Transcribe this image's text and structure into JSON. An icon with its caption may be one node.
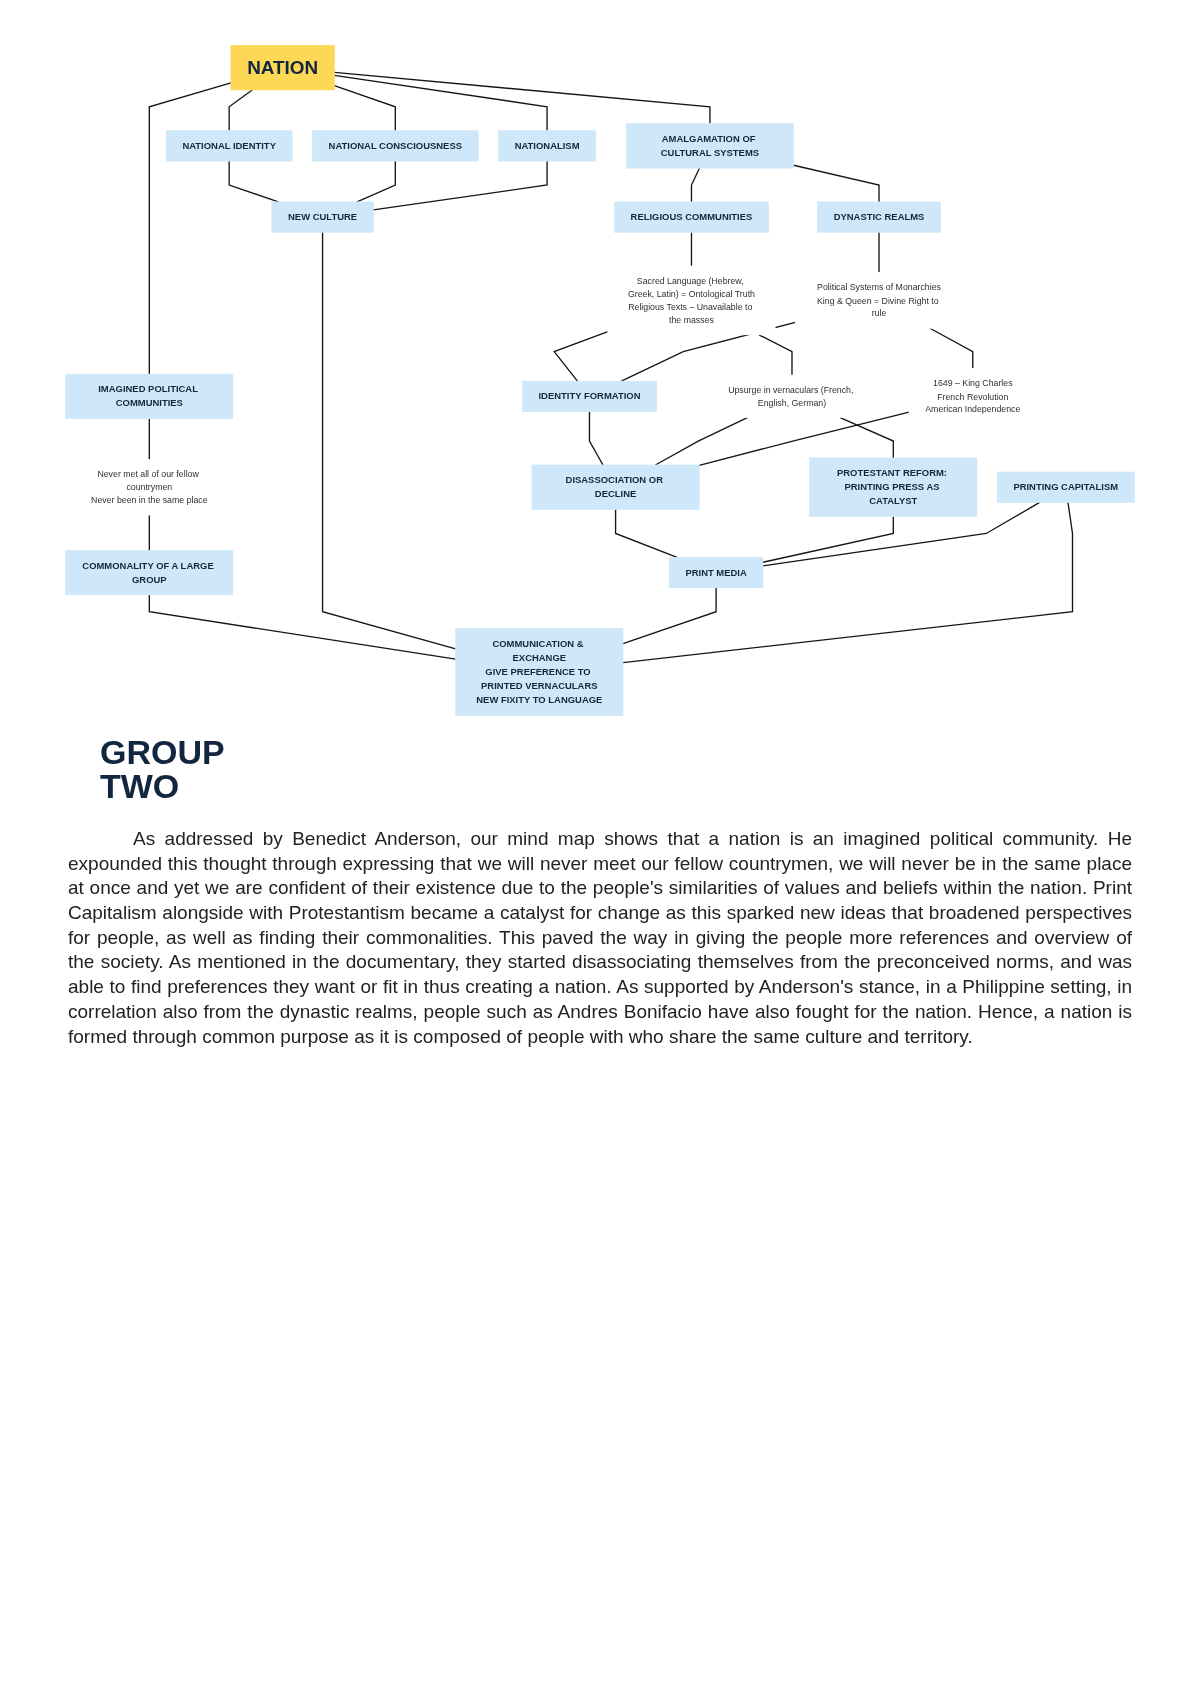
{
  "diagram": {
    "caption": "As addressed by Benedict Anderson, our mind map shows that a nation is an imagined political community. He expounded this thought through expressing that we will never meet our fellow countrymen, we will never be in the same place at once and yet we are confident of their existence due to the people's similarities of values and beliefs within the nation. Print Capitalism alongside with Protestantism became a catalyst for change as this sparked new ideas that broadened perspectives for people, as well as finding their commonalities. This paved the way in giving the people more references and overview of the society. As mentioned in the documentary, they started disassociating themselves from the preconceived norms, and was able to find preferences they want or fit in thus creating a nation. As supported by Anderson's stance, in a Philippine setting, in correlation also from the dynastic realms, people such as Andres Bonifacio have also fought for the nation.  Hence, a nation is formed through common purpose as it is composed of people with who share the same culture and territory.",
    "nodes": [
      {
        "text": [
          "NATIONAL IDENTITY"
        ]
      },
      {
        "text": [
          "Never met all of our fellow countrymen",
          "Never been in the same place"
        ]
      },
      {
        "text": [
          "IMAGINED POLITICAL COMMUNITIES"
        ]
      },
      {
        "text": [
          "NATION"
        ]
      },
      {
        "text": [
          "NATIONAL CONSCIOUSNESS"
        ]
      },
      {
        "text": [
          "NATIONALISM"
        ]
      },
      {
        "text": [
          "AMALGAMATION OF CULTURAL SYSTEMS"
        ]
      },
      {
        "text": [
          "COMMONALITY OF A LARGE GROUP"
        ]
      },
      {
        "text": [
          "RELIGIOUS COMMUNITIES"
        ]
      },
      {
        "text": [
          "DYNASTIC REALMS"
        ]
      },
      {
        "text": [
          "NEW CULTURE"
        ]
      },
      {
        "text": [
          "Sacred Language (Hebrew, Greek, Latin) = Ontological Truth",
          "Religious Texts – Unavailable to the masses"
        ]
      },
      {
        "text": [
          "IDENTITY FORMATION"
        ]
      },
      {
        "text": [
          "Political Systems of Monarchies",
          "King & Queen = Divine Right to rule"
        ]
      },
      {
        "text": [
          "Upsurge in vernaculars (French, English, German)"
        ]
      },
      {
        "text": [
          "DISASSOCIATION OR DECLINE"
        ]
      },
      {
        "text": [
          "1649 – King Charles",
          "French Revolution",
          "American Independence"
        ]
      },
      {
        "text": [
          "PROTESTANT REFORM: PRINTING PRESS AS CATALYST"
        ]
      },
      {
        "text": [
          "PRINT MEDIA"
        ]
      },
      {
        "text": [
          "PRINTING CAPITALISM"
        ]
      },
      {
        "text": [
          "COMMUNICATION & EXCHANGE",
          "GIVE PREFERENCE TO PRINTED VERNACULARS",
          "NEW FIXITY TO LANGUAGE"
        ]
      }
    ],
    "edges": [
      {
        "from": 3,
        "to": 2,
        "arrow": "none"
      },
      {
        "from": 2,
        "to": 1,
        "arrow": "none"
      },
      {
        "from": 3,
        "to": 0,
        "arrow": "none"
      },
      {
        "from": 3,
        "to": 4,
        "arrow": "none"
      },
      {
        "from": 3,
        "to": 5,
        "arrow": "none"
      },
      {
        "from": 0,
        "to": 10,
        "arrow": "none"
      },
      {
        "from": 4,
        "to": 10,
        "arrow": "none"
      },
      {
        "from": 5,
        "to": 10,
        "arrow": "none"
      },
      {
        "from": 3,
        "to": 6,
        "arrow": "none"
      },
      {
        "from": 6,
        "to": 8,
        "arrow": "none"
      },
      {
        "from": 6,
        "to": 9,
        "arrow": "none"
      },
      {
        "from": 1,
        "to": 7,
        "arrow": "none"
      },
      {
        "from": 7,
        "to": 20,
        "arrow": "none"
      },
      {
        "from": 10,
        "to": 20,
        "arrow": "none"
      },
      {
        "from": 8,
        "to": 11,
        "arrow": "none"
      },
      {
        "from": 11,
        "to": 12,
        "arrow": "none"
      },
      {
        "from": 13,
        "to": 12,
        "arrow": "none"
      },
      {
        "from": 9,
        "to": 13,
        "arrow": "none"
      },
      {
        "from": 11,
        "to": 14,
        "arrow": "none"
      },
      {
        "from": 12,
        "to": 15,
        "arrow": "none"
      },
      {
        "from": 13,
        "to": 16,
        "arrow": "none"
      },
      {
        "from": 14,
        "to": 15,
        "arrow": "none"
      },
      {
        "from": 16,
        "to": 15,
        "arrow": "none"
      },
      {
        "from": 14,
        "to": 17,
        "arrow": "none"
      },
      {
        "from": 15,
        "to": 18,
        "arrow": "none"
      },
      {
        "from": 17,
        "to": 18,
        "arrow": "none"
      },
      {
        "from": 19,
        "to": 18,
        "arrow": "none"
      },
      {
        "from": 18,
        "to": 20,
        "arrow": "none"
      },
      {
        "from": 19,
        "to": 20,
        "arrow": "none"
      }
    ],
    "labels": [
      "GROUP TWO"
    ]
  }
}
